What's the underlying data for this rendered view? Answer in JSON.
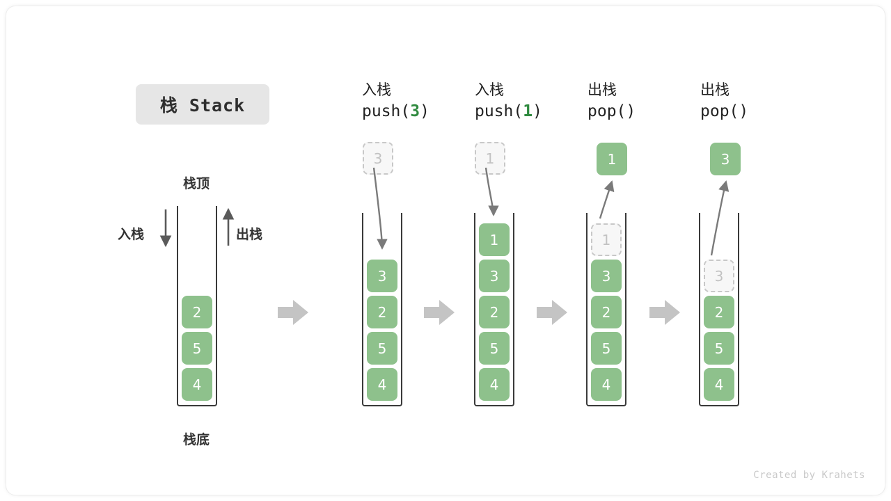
{
  "title": {
    "badge_text": "栈 Stack"
  },
  "colors": {
    "cell_fill": "#8ec18c",
    "cell_text": "#ffffff",
    "ghost_fill": "#f7f7f7",
    "ghost_text": "#c2c2c2",
    "ghost_border": "#c8c8c8",
    "frame_stroke": "#3a3a3a",
    "arrow_gray": "#7a7a7a",
    "flow_arrow": "#c4c4c4",
    "badge_bg": "#e6e6e6",
    "accent_green": "#2f8a3f"
  },
  "legend": {
    "top_label": "栈顶",
    "bottom_label": "栈底",
    "push_label": "入栈",
    "pop_label": "出栈"
  },
  "columns": [
    {
      "id": "initial",
      "caption_cn": "",
      "caption_code": "",
      "caption_arg": "",
      "floating": null,
      "ghost_above": null,
      "cells": [
        "2",
        "5",
        "4"
      ],
      "ghost_in_stack": null
    },
    {
      "id": "push-3",
      "caption_cn": "入栈",
      "caption_code_prefix": "push(",
      "caption_arg": "3",
      "caption_code_suffix": ")",
      "ghost_above": "3",
      "floating": null,
      "cells": [
        "3",
        "2",
        "5",
        "4"
      ],
      "ghost_in_stack": null
    },
    {
      "id": "push-1",
      "caption_cn": "入栈",
      "caption_code_prefix": "push(",
      "caption_arg": "1",
      "caption_code_suffix": ")",
      "ghost_above": "1",
      "floating": null,
      "cells": [
        "1",
        "3",
        "2",
        "5",
        "4"
      ],
      "ghost_in_stack": null
    },
    {
      "id": "pop-1",
      "caption_cn": "出栈",
      "caption_code_prefix": "pop(",
      "caption_arg": "",
      "caption_code_suffix": ")",
      "ghost_above": null,
      "floating": "1",
      "cells": [
        "3",
        "2",
        "5",
        "4"
      ],
      "ghost_in_stack": "1"
    },
    {
      "id": "pop-3",
      "caption_cn": "出栈",
      "caption_code_prefix": "pop(",
      "caption_arg": "",
      "caption_code_suffix": ")",
      "ghost_above": null,
      "floating": "3",
      "cells": [
        "2",
        "5",
        "4"
      ],
      "ghost_in_stack": "3"
    }
  ],
  "credit": "Created by Krahets"
}
